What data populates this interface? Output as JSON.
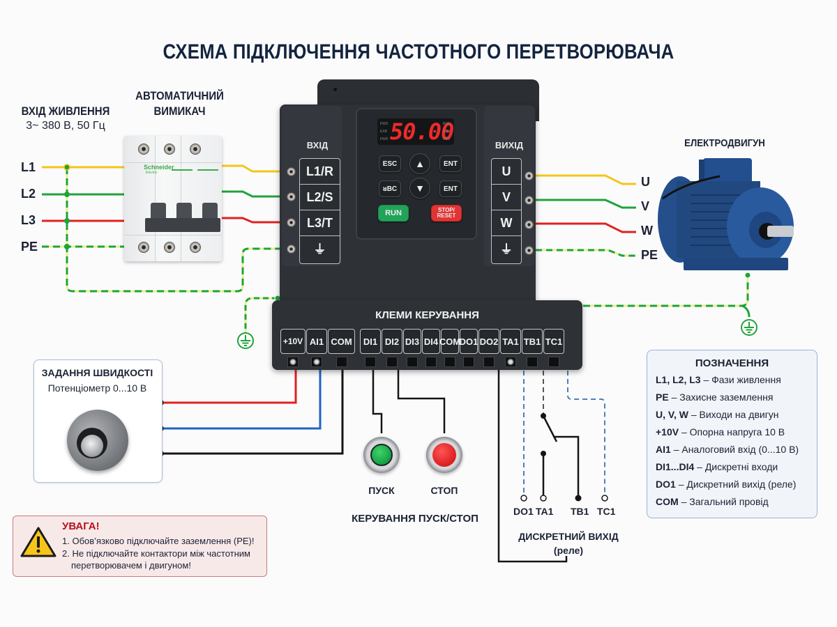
{
  "title": "СХЕМА ПІДКЛЮЧЕННЯ ЧАСТОТНОГО ПЕРЕТВОРЮВАЧА",
  "power_input": {
    "heading": "ВХІД ЖИВЛЕННЯ",
    "spec": "3~ 380 В, 50 Гц",
    "lines": [
      "L1",
      "L2",
      "L3",
      "PE"
    ]
  },
  "breaker": {
    "heading_line1": "АВТОМАТИЧНИЙ",
    "heading_line2": "ВИМИКАЧ",
    "brand": "Schneider",
    "brand_sub": "Electric"
  },
  "vfd": {
    "input_label": "ВХІД",
    "output_label": "ВИХІД",
    "input_terminals": [
      "L1/R",
      "L2/S",
      "L3/T",
      "⏚"
    ],
    "output_terminals": [
      "U",
      "V",
      "W",
      "⏚"
    ],
    "display_value": "50.00",
    "display_indicators_left": [
      "FWD",
      "EXB",
      "FWD"
    ],
    "display_indicators_right": [
      "RUN",
      "REV",
      "REV"
    ],
    "keys": {
      "esc": "ESC",
      "ent1": "ENT",
      "shift": "ᴚBC",
      "ent2": "ENT",
      "up": "▲",
      "down": "▼",
      "run": "RUN",
      "stop_line1": "STOP/",
      "stop_line2": "RESET"
    }
  },
  "control_terminals": {
    "title": "КЛЕМИ КЕРУВАННЯ",
    "terminals": [
      "+10V",
      "AI1",
      "COM",
      "DI1",
      "DI2",
      "DI3",
      "DI4",
      "COM",
      "DO1",
      "DO2",
      "TA1",
      "TB1",
      "TC1"
    ]
  },
  "motor": {
    "heading": "ЕЛЕКТРОДВИГУН",
    "lines": [
      "U",
      "V",
      "W",
      "PE"
    ]
  },
  "speed_setpoint": {
    "heading": "ЗАДАННЯ ШВИДКОСТІ",
    "sub": "Потенціометр 0...10 В"
  },
  "start_stop": {
    "start_label": "ПУСК",
    "stop_label": "СТОП",
    "caption": "КЕРУВАННЯ ПУСК/СТОП"
  },
  "relay_output": {
    "pins": [
      "DO1",
      "TA1",
      "TB1",
      "TC1"
    ],
    "caption_line1": "ДИСКРЕТНИЙ ВИХІД",
    "caption_line2": "(реле)"
  },
  "legend": {
    "title": "ПОЗНАЧЕННЯ",
    "items": [
      {
        "key": "L1, L2, L3",
        "desc": "– Фази живлення"
      },
      {
        "key": "PE",
        "desc": "– Захисне заземлення"
      },
      {
        "key": "U, V, W",
        "desc": "– Виходи на двигун"
      },
      {
        "key": "+10V",
        "desc": "– Опорна напруга 10 В"
      },
      {
        "key": "AI1",
        "desc": "– Аналоговий вхід (0...10 В)"
      },
      {
        "key": "DI1...DI4",
        "desc": "– Дискретні входи"
      },
      {
        "key": "DO1",
        "desc": "– Дискретний вихід (реле)"
      },
      {
        "key": "COM",
        "desc": "– Загальний провід"
      }
    ]
  },
  "warning": {
    "title": "УВАГА!",
    "line1": "1. Обов’язково підключайте заземлення (PE)!",
    "line2": "2. Не підключайте контактори між частотним",
    "line3": "перетворювачем і двигуном!"
  },
  "colors": {
    "L1": "#f5c518",
    "L2": "#1fa33a",
    "L3": "#e0211f",
    "PE_green": "#1fa33a",
    "PE_yellow": "#e9ef8a",
    "ref_red": "#e0211f",
    "ai_blue": "#1d63c6",
    "com_black": "#151515",
    "relay_blue": "#4f7fb5",
    "title_navy": "#13243f"
  }
}
